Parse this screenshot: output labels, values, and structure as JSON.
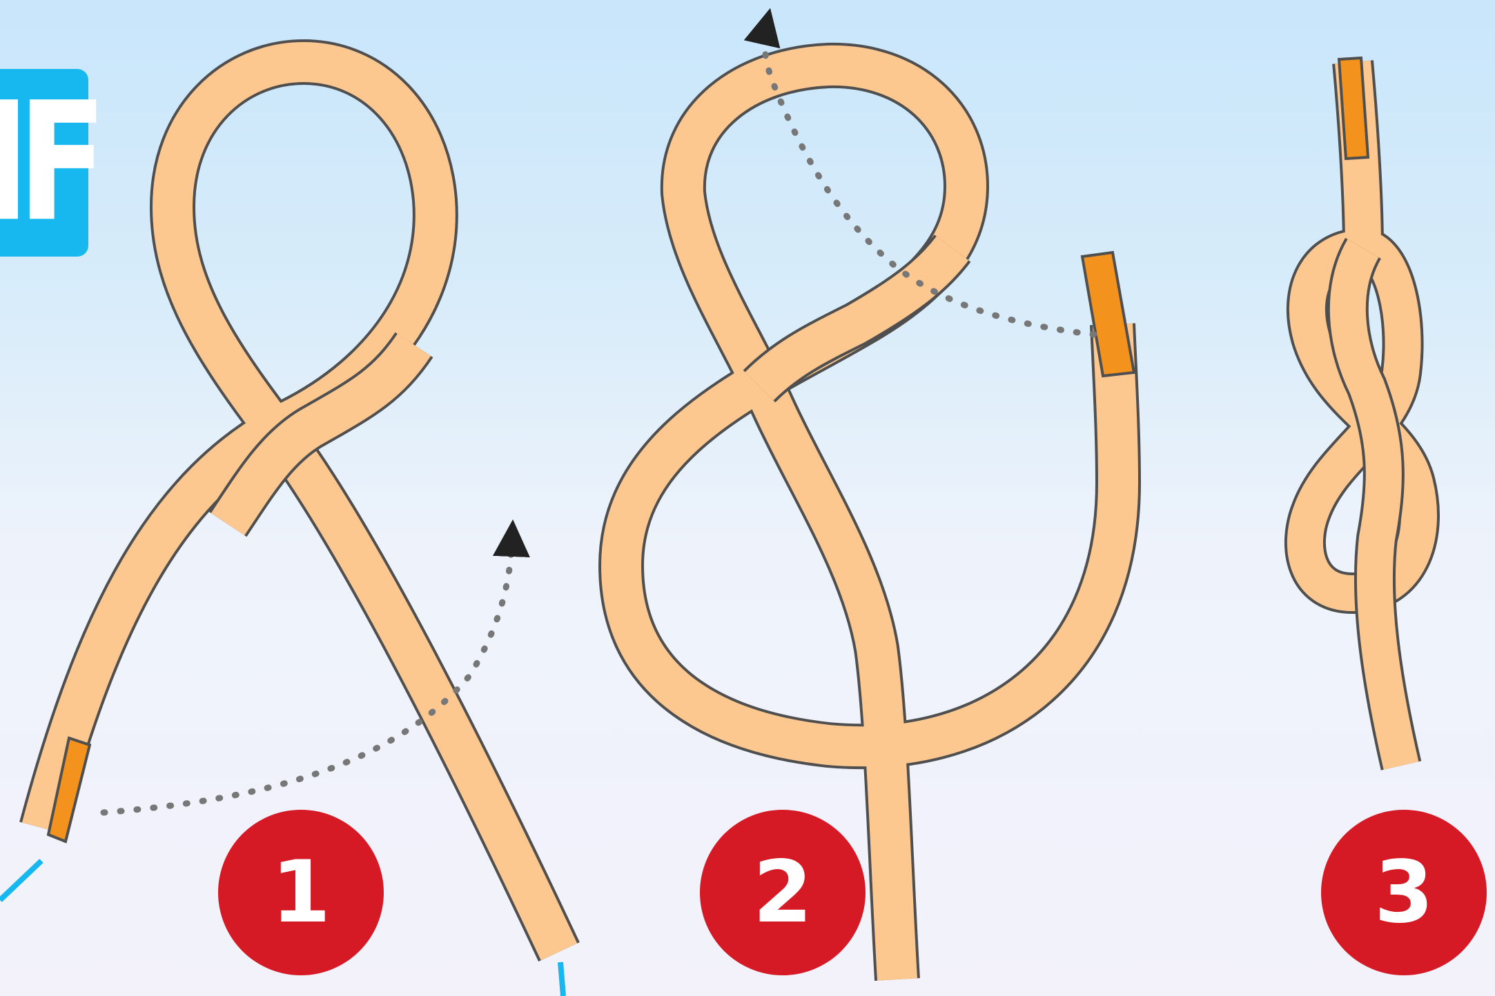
{
  "logo": {
    "text": "IF",
    "color": "#17b8ef"
  },
  "steps": [
    {
      "number": "1"
    },
    {
      "number": "2"
    },
    {
      "number": "3"
    }
  ],
  "colors": {
    "rope": "#fdc790",
    "rope_outline": "#4f4f4f",
    "rope_tip": "#f4921e",
    "badge": "#d61a25",
    "arrow": "#222222",
    "pointer": "#17b8ef"
  }
}
